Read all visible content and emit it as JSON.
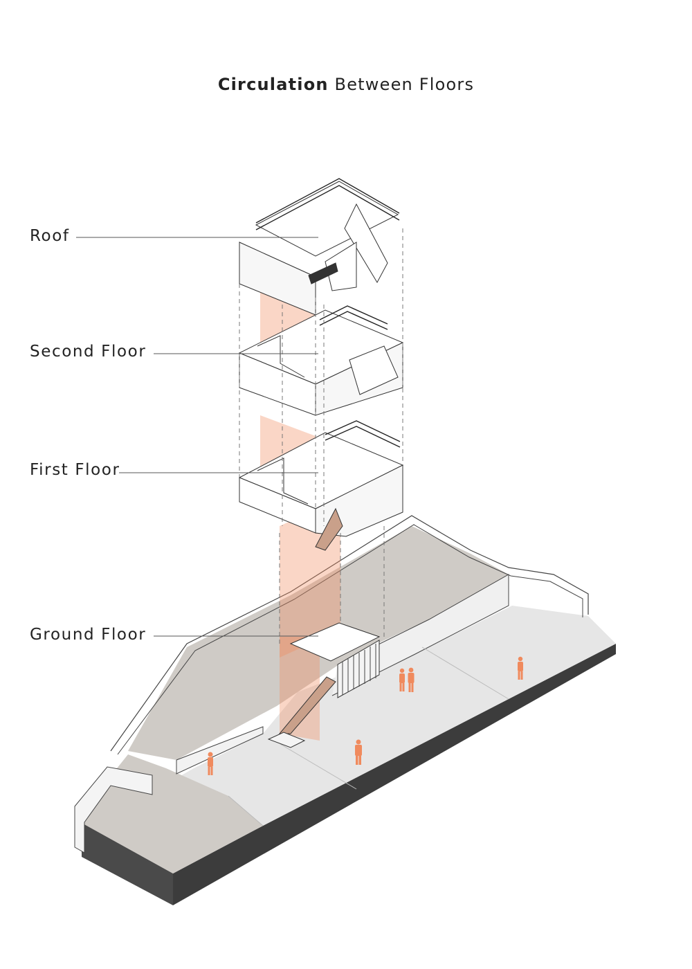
{
  "title": {
    "bold": "Circulation",
    "rest": " Between Floors"
  },
  "floors": [
    {
      "key": "roof",
      "label": "Roof"
    },
    {
      "key": "second",
      "label": "Second Floor"
    },
    {
      "key": "first",
      "label": "First Floor"
    },
    {
      "key": "ground",
      "label": "Ground Floor"
    }
  ],
  "colors": {
    "circulation": "#f08a5d",
    "figure": "#f08a5d",
    "ground_dark": "#4a4a4a",
    "ground_light": "#e6e6e6",
    "ground_mid": "#cfcbc6",
    "leader": "#555555"
  }
}
